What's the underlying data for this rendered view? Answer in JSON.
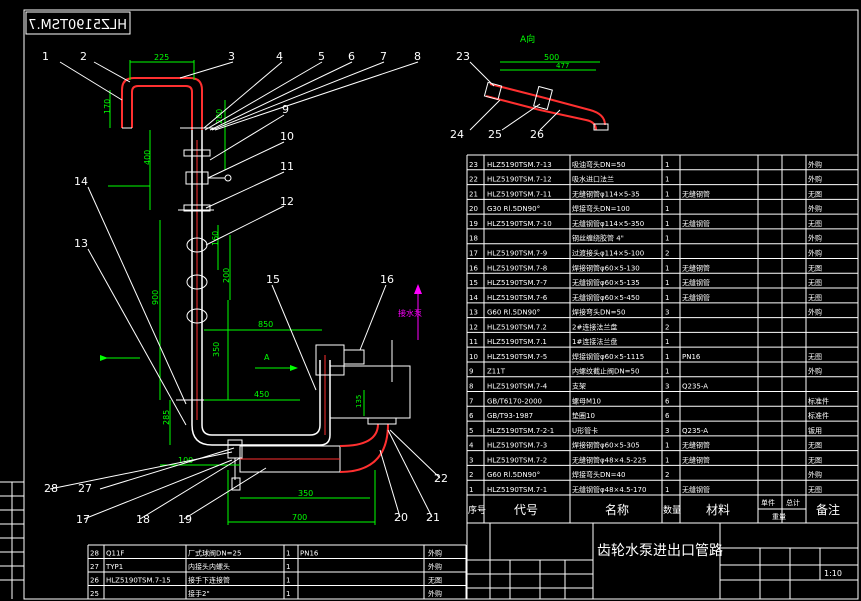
{
  "drawing": {
    "title_block_code": "HLZ5190TSM.7",
    "main_title": "齿轮水泵进出口管路",
    "scale": "1:10",
    "view_a_label": "A向",
    "arrow_label_a": "A",
    "flow_label": "接水泵",
    "header": {
      "seq": "序号",
      "code": "代号",
      "name": "名称",
      "qty": "数量",
      "material": "材料",
      "single": "单件",
      "total": "总计",
      "weight": "重量",
      "remark": "备注"
    }
  },
  "balloons": [
    "1",
    "2",
    "3",
    "4",
    "5",
    "6",
    "7",
    "8",
    "9",
    "10",
    "11",
    "12",
    "13",
    "14",
    "15",
    "16",
    "17",
    "18",
    "19",
    "20",
    "21",
    "22",
    "23",
    "24",
    "25",
    "26",
    "27",
    "28"
  ],
  "dimensions": {
    "d225": "225",
    "d170": "170",
    "d280": "280",
    "d400": "400",
    "d160": "160",
    "d200": "200",
    "d900": "900",
    "d350": "350",
    "d850": "850",
    "d450": "450",
    "d285": "285",
    "d100": "100",
    "d700": "700",
    "d350b": "350",
    "d500": "500",
    "d477": "477",
    "d135": "135"
  },
  "parts": [
    {
      "no": "23",
      "code": "HLZ5190TSM.7-13",
      "name": "吸油弯头DN=50",
      "qty": "1",
      "material": "",
      "remark": "外购"
    },
    {
      "no": "22",
      "code": "HLZ5190TSM.7-12",
      "name": "吸水进口法兰",
      "qty": "1",
      "material": "",
      "remark": "外购"
    },
    {
      "no": "21",
      "code": "HLZ5190TSM.7-11",
      "name": "无缝钢管φ114×5-35",
      "qty": "1",
      "material": "无缝钢管",
      "remark": "无图"
    },
    {
      "no": "20",
      "code": "G30 Rl.5DN90°",
      "name": "焊接弯头DN=100",
      "qty": "1",
      "material": "",
      "remark": "外购"
    },
    {
      "no": "19",
      "code": "HLZ5190TSM.7-10",
      "name": "无缝钢管φ114×5-350",
      "qty": "1",
      "material": "无缝钢管",
      "remark": "无图"
    },
    {
      "no": "18",
      "code": "",
      "name": "钢丝缠绕胶管 4\"",
      "qty": "1",
      "material": "",
      "remark": "外购"
    },
    {
      "no": "17",
      "code": "HLZ5190TSM.7-9",
      "name": "过渡接头φ114×5-100",
      "qty": "2",
      "material": "",
      "remark": "外购"
    },
    {
      "no": "16",
      "code": "HLZ5190TSM.7-8",
      "name": "焊接钢管φ60×5-130",
      "qty": "1",
      "material": "无缝钢管",
      "remark": "无图"
    },
    {
      "no": "15",
      "code": "HLZ5190TSM.7-7",
      "name": "无缝钢管φ60×5-135",
      "qty": "1",
      "material": "无缝钢管",
      "remark": "无图"
    },
    {
      "no": "14",
      "code": "HLZ5190TSM.7-6",
      "name": "无缝钢管φ60×5-450",
      "qty": "1",
      "material": "无缝钢管",
      "remark": "无图"
    },
    {
      "no": "13",
      "code": "G60 Rl.5DN90°",
      "name": "焊接弯头DN=50",
      "qty": "3",
      "material": "",
      "remark": "外购"
    },
    {
      "no": "12",
      "code": "HLZ5190TSM.7.2",
      "name": "2#连接法兰盘",
      "qty": "2",
      "material": "",
      "remark": ""
    },
    {
      "no": "11",
      "code": "HLZ5190TSM.7.1",
      "name": "1#连接法兰盘",
      "qty": "1",
      "material": "",
      "remark": ""
    },
    {
      "no": "10",
      "code": "HLZ5190TSM.7-5",
      "name": "焊接钢管φ60×5-1115",
      "qty": "1",
      "material": "PN16",
      "remark": "无图"
    },
    {
      "no": "9",
      "code": "Z11T",
      "name": "内螺纹截止阀DN=50",
      "qty": "1",
      "material": "",
      "remark": "外购"
    },
    {
      "no": "8",
      "code": "HLZ5190TSM.7-4",
      "name": "支架",
      "qty": "3",
      "material": "Q235-A",
      "remark": ""
    },
    {
      "no": "7",
      "code": "GB/T6170-2000",
      "name": "螺母M10",
      "qty": "6",
      "material": "",
      "remark": "标准件"
    },
    {
      "no": "6",
      "code": "GB/T93-1987",
      "name": "垫圈10",
      "qty": "6",
      "material": "",
      "remark": "标准件"
    },
    {
      "no": "5",
      "code": "HLZ5190TSM.7-2-1",
      "name": "U形管卡",
      "qty": "3",
      "material": "Q235-A",
      "remark": "钣用"
    },
    {
      "no": "4",
      "code": "HLZ5190TSM.7-3",
      "name": "焊接钢管φ60×5-305",
      "qty": "1",
      "material": "无缝钢管",
      "remark": "无图"
    },
    {
      "no": "3",
      "code": "HLZ5190TSM.7-2",
      "name": "无缝钢管φ48×4.5-225",
      "qty": "1",
      "material": "无缝钢管",
      "remark": "无图"
    },
    {
      "no": "2",
      "code": "G60 Rl.5DN90°",
      "name": "焊接弯头DN=40",
      "qty": "2",
      "material": "",
      "remark": "外购"
    },
    {
      "no": "1",
      "code": "HLZ5190TSM.7-1",
      "name": "无缝钢管φ48×4.5-170",
      "qty": "1",
      "material": "无缝钢管",
      "remark": "无图"
    }
  ],
  "bottom_parts": [
    {
      "no": "28",
      "code": "Q11F",
      "name": "厂式球阀DN=25",
      "qty": "1",
      "material": "PN16",
      "remark": "外购"
    },
    {
      "no": "27",
      "code": "TYP1",
      "name": "内接头内螺头",
      "qty": "1",
      "material": "",
      "remark": "外购"
    },
    {
      "no": "26",
      "code": "HLZ5190TSM.7-15",
      "name": "接手下连接管",
      "qty": "1",
      "material": "",
      "remark": "无图"
    },
    {
      "no": "25",
      "code": "",
      "name": "接手2\"",
      "qty": "1",
      "material": "",
      "remark": "外购"
    }
  ]
}
